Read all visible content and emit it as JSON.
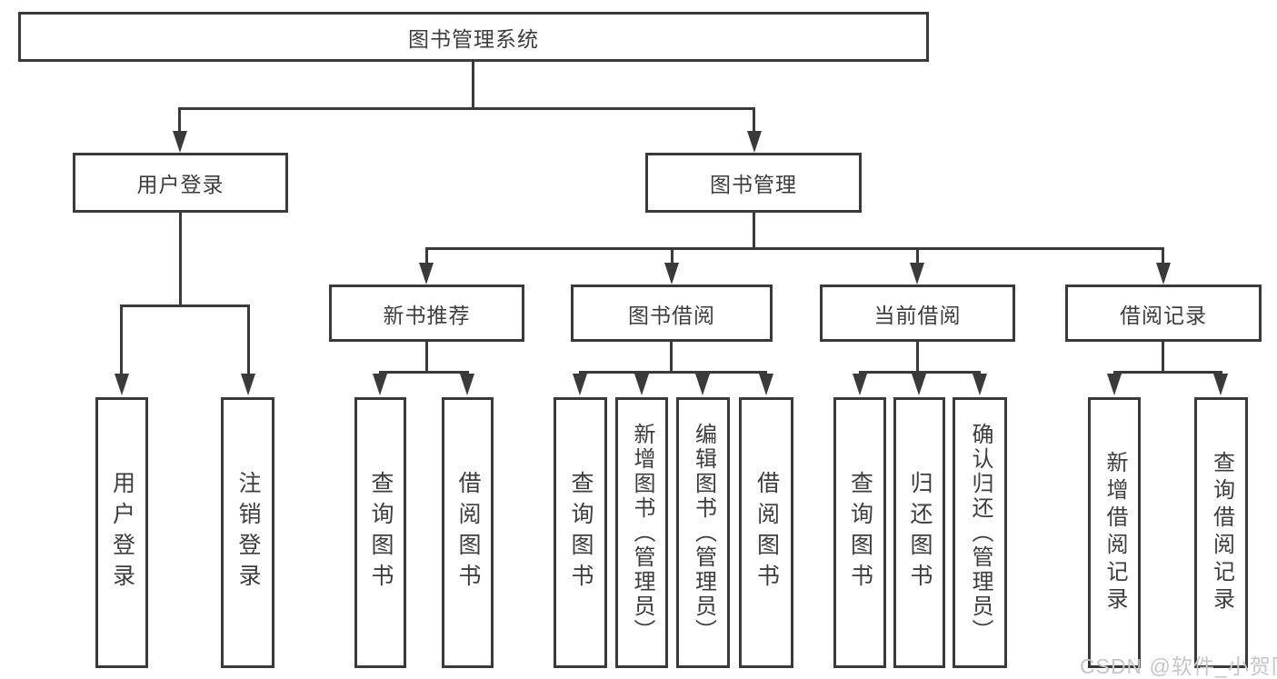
{
  "root": {
    "label": "图书管理系统"
  },
  "branches": [
    {
      "label": "用户登录",
      "children": [
        {
          "label": "用户登录"
        },
        {
          "label": "注销登录"
        }
      ]
    },
    {
      "label": "图书管理",
      "children": [
        {
          "label": "新书推荐",
          "children": [
            {
              "label": "查询图书"
            },
            {
              "label": "借阅图书"
            }
          ]
        },
        {
          "label": "图书借阅",
          "children": [
            {
              "label": "查询图书"
            },
            {
              "label": "新增图书（管理员）"
            },
            {
              "label": "编辑图书（管理员）"
            },
            {
              "label": "借阅图书"
            }
          ]
        },
        {
          "label": "当前借阅",
          "children": [
            {
              "label": "查询图书"
            },
            {
              "label": "归还图书"
            },
            {
              "label": "确认归还（管理员）"
            }
          ]
        },
        {
          "label": "借阅记录",
          "children": [
            {
              "label": "新增借阅记录"
            },
            {
              "label": "查询借阅记录"
            }
          ]
        }
      ]
    }
  ],
  "watermark": "CSDN @软件_小贺同学",
  "colors": {
    "line": "#3a3a3a",
    "text": "#3d3d3d",
    "watermark": "#c6c6c6",
    "background": "#ffffff"
  }
}
